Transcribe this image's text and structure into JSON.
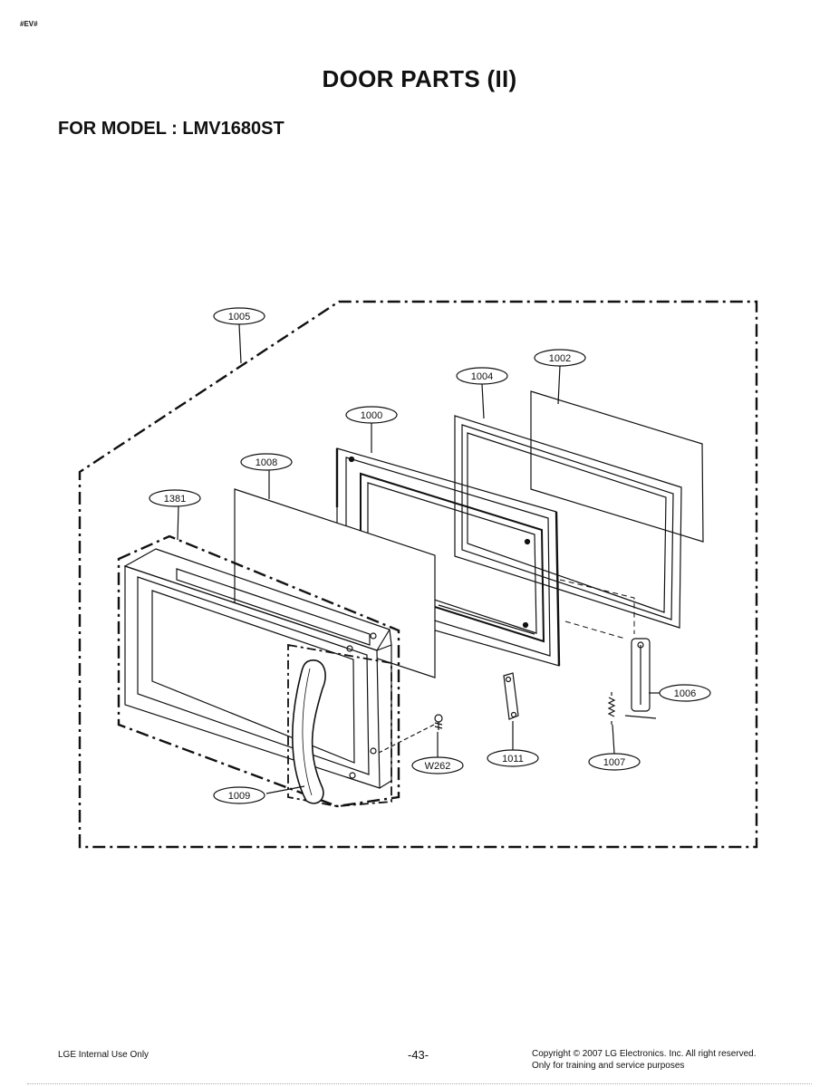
{
  "header": {
    "corner_tag": "#EV#",
    "title": "DOOR PARTS (II)",
    "model_line": "FOR MODEL : LMV1680ST"
  },
  "callouts": {
    "c1005": "1005",
    "c1002": "1002",
    "c1004": "1004",
    "c1000": "1000",
    "c1008": "1008",
    "c1381": "1381",
    "c1006": "1006",
    "c1011": "1011",
    "c1007": "1007",
    "cW262": "W262",
    "c1009": "1009"
  },
  "footer": {
    "left": "LGE Internal Use Only",
    "page_number": "-43-",
    "copyright": "Copyright © 2007 LG Electronics. Inc. All right reserved.",
    "note": "Only for training and service purposes"
  }
}
